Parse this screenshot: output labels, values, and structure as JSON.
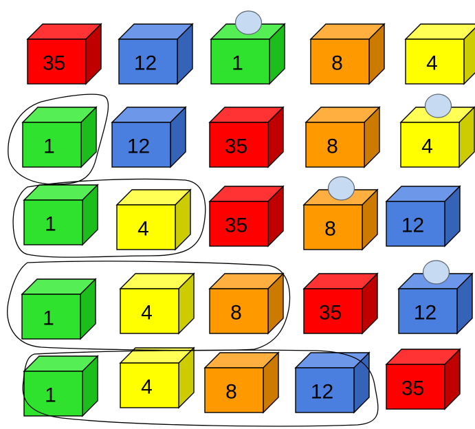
{
  "colors": {
    "red": {
      "front": "#FF0000",
      "top": "#FF3333",
      "side": "#C00000"
    },
    "blue": {
      "front": "#4A7FE0",
      "top": "#6D98EA",
      "side": "#3563B8"
    },
    "green": {
      "front": "#2EE22E",
      "top": "#55EE55",
      "side": "#1BBE1B"
    },
    "orange": {
      "front": "#FF9900",
      "top": "#FFAE40",
      "side": "#CC7A00"
    },
    "yellow": {
      "front": "#FFFF00",
      "top": "#FFFF55",
      "side": "#CCCC00"
    },
    "ball": "#C6DAF2",
    "outline": "#000000"
  },
  "rows": [
    {
      "cubes": [
        {
          "value": "35",
          "color": "red"
        },
        {
          "value": "12",
          "color": "blue"
        },
        {
          "value": "1",
          "color": "green",
          "ball": true
        },
        {
          "value": "8",
          "color": "orange"
        },
        {
          "value": "4",
          "color": "yellow"
        }
      ]
    },
    {
      "cubes": [
        {
          "value": "1",
          "color": "green"
        },
        {
          "value": "12",
          "color": "blue"
        },
        {
          "value": "35",
          "color": "red"
        },
        {
          "value": "8",
          "color": "orange"
        },
        {
          "value": "4",
          "color": "yellow",
          "ball": true
        }
      ]
    },
    {
      "cubes": [
        {
          "value": "1",
          "color": "green"
        },
        {
          "value": "4",
          "color": "yellow"
        },
        {
          "value": "35",
          "color": "red"
        },
        {
          "value": "8",
          "color": "orange",
          "ball": true
        },
        {
          "value": "12",
          "color": "blue"
        }
      ]
    },
    {
      "cubes": [
        {
          "value": "1",
          "color": "green"
        },
        {
          "value": "4",
          "color": "yellow"
        },
        {
          "value": "8",
          "color": "orange"
        },
        {
          "value": "35",
          "color": "red"
        },
        {
          "value": "12",
          "color": "blue",
          "ball": true
        }
      ]
    },
    {
      "cubes": [
        {
          "value": "1",
          "color": "green"
        },
        {
          "value": "4",
          "color": "yellow"
        },
        {
          "value": "8",
          "color": "orange"
        },
        {
          "value": "12",
          "color": "blue"
        },
        {
          "value": "35",
          "color": "red"
        }
      ]
    }
  ],
  "sorted_groups": [
    {
      "row": 2,
      "size": 1
    },
    {
      "row": 3,
      "size": 2
    },
    {
      "row": 4,
      "size": 3
    },
    {
      "row": 5,
      "size": 4
    }
  ]
}
